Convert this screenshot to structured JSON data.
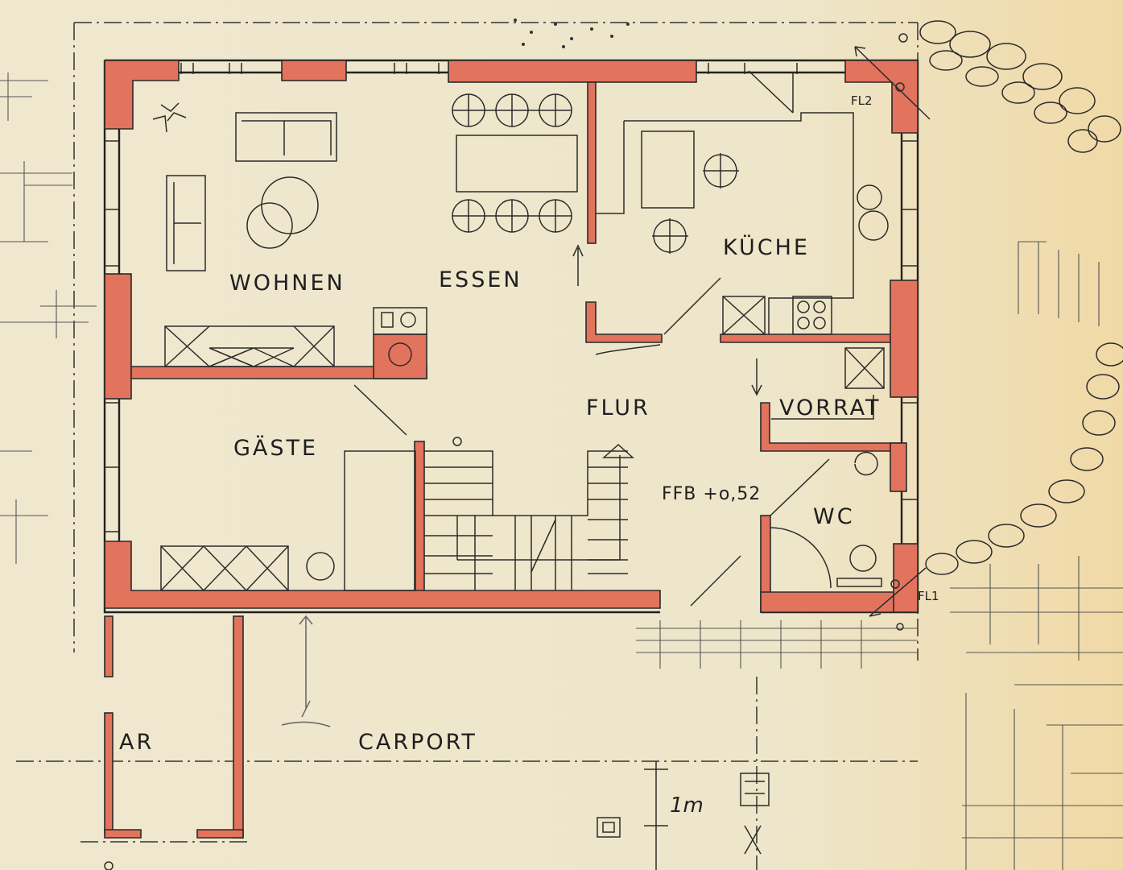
{
  "rooms": {
    "wohnen": "WOHNEN",
    "essen": "ESSEN",
    "kueche": "KÜCHE",
    "flur": "FLUR",
    "gaeste": "GÄSTE",
    "vorrat": "VORRAT",
    "wc": "WC",
    "carport": "CARPORT",
    "ar": "AR"
  },
  "annotations": {
    "floor_level": "FFB +o,52",
    "window_fl2": "FL2",
    "window_fl1": "FL1",
    "scale_note": "1m"
  },
  "colors": {
    "paper": "#efe7cc",
    "wall_fill": "#e2735c",
    "ink": "#222222"
  }
}
